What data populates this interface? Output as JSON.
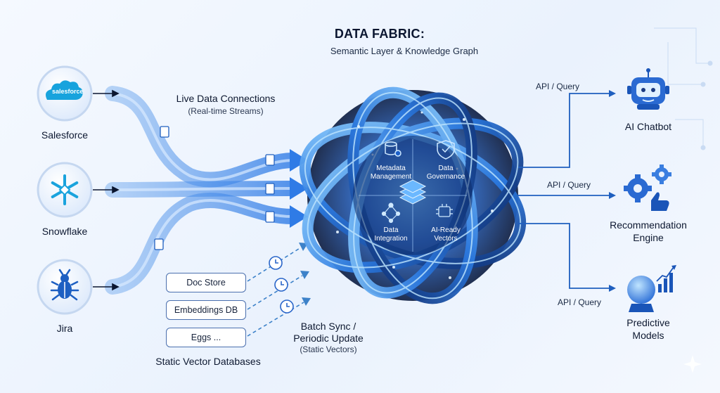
{
  "header": {
    "title": "DATA FABRIC:",
    "subtitle": "Semantic Layer & Knowledge Graph"
  },
  "sources": [
    {
      "label": "Salesforce",
      "logo_text": "salesforce",
      "icon": "salesforce-cloud-icon"
    },
    {
      "label": "Snowflake",
      "icon": "snowflake-icon"
    },
    {
      "label": "Jira",
      "icon": "bug-icon"
    }
  ],
  "live": {
    "label": "Live Data Connections",
    "sub": "(Real-time Streams)"
  },
  "static_stores": {
    "items": [
      "Doc Store",
      "Embeddings DB",
      "Eggs ..."
    ],
    "label": "Static Vector Databases"
  },
  "batch": {
    "label_line1": "Batch Sync /",
    "label_line2": "Periodic Update",
    "sub": "(Static Vectors)"
  },
  "core": {
    "quadrants": [
      {
        "line1": "Metadata",
        "line2": "Management",
        "icon": "database-gear-icon"
      },
      {
        "line1": "Data",
        "line2": "Governance",
        "icon": "shield-check-icon"
      },
      {
        "line1": "Data",
        "line2": "Integration",
        "icon": "network-icon"
      },
      {
        "line1": "AI-Ready",
        "line2": "Vectors",
        "icon": "ai-chip-icon"
      }
    ]
  },
  "outputs": [
    {
      "api": "API / Query",
      "line1": "AI Chatbot",
      "line2": "",
      "icon": "robot-icon"
    },
    {
      "api": "API / Query",
      "line1": "Recommendation",
      "line2": "Engine",
      "icon": "gears-thumbs-up-icon"
    },
    {
      "api": "API / Query",
      "line1": "Predictive",
      "line2": "Models",
      "icon": "crystal-ball-chart-icon"
    }
  ],
  "colors": {
    "stream": "#2f7be6",
    "stream_light": "#9cc6f7",
    "dark_navy": "#0a1a3e",
    "accent_blue": "#2a66c9",
    "line": "#1f5fbf",
    "dashed": "#3d82c9"
  }
}
